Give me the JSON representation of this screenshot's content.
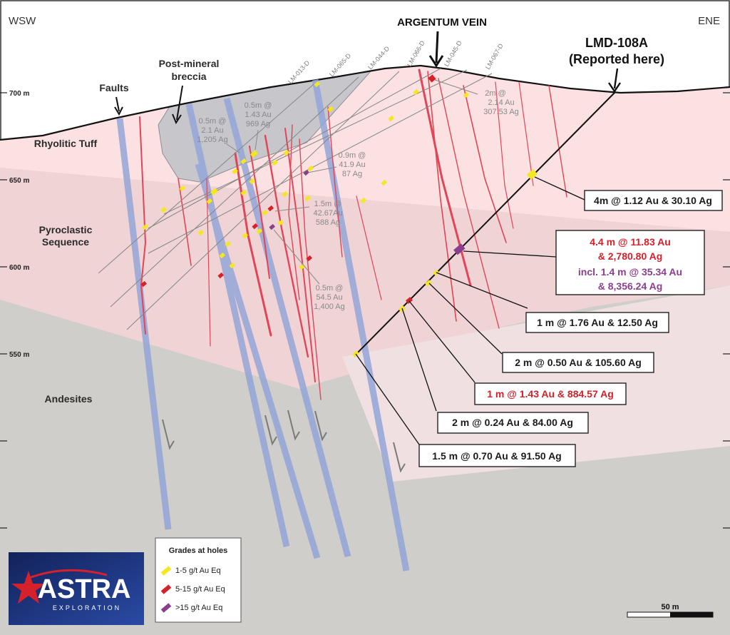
{
  "orientation": {
    "left": "WSW",
    "right": "ENE"
  },
  "titles": {
    "vein": "ARGENTUM VEIN",
    "hole_line1": "LMD-108A",
    "hole_line2": "(Reported here)",
    "faults": "Faults",
    "breccia_line1": "Post-mineral",
    "breccia_line2": "breccia"
  },
  "units": {
    "rhyolitic": "Rhyolitic Tuff",
    "pyroclastic_line1": "Pyroclastic",
    "pyroclastic_line2": "Sequence",
    "andesites": "Andesites"
  },
  "elevations": [
    "700 m",
    "650 m",
    "600 m",
    "550 m"
  ],
  "holes": [
    "LM-013-D",
    "LM-065-D",
    "LM-044-D",
    "LM-066-D",
    "LM-045-D",
    "LM-067-D"
  ],
  "historic_intercepts": [
    [
      "0.5m @",
      "1.43 Au",
      "969 Ag"
    ],
    [
      "0.5m @",
      "2.1 Au",
      "1,205 Ag"
    ],
    [
      "2m @",
      "2.14 Au",
      "307.53 Ag"
    ],
    [
      "0.9m @",
      "41.9 Au",
      "87 Ag"
    ],
    [
      "1.5m @",
      "42.67Au",
      "588 Ag"
    ],
    [
      "0.5m @",
      "54.5 Au",
      "1,400 Ag"
    ]
  ],
  "new_intercepts": {
    "i1": "4m @ 1.12 Au & 30.10 Ag",
    "i2_line1": "4.4 m @ 11.83 Au",
    "i2_line2": "& 2,780.80 Ag",
    "i2_line3": "incl. 1.4 m @ 35.34 Au",
    "i2_line4": "& 8,356.24 Ag",
    "i3": "1 m @ 1.76 Au & 12.50 Ag",
    "i4": "2 m @ 0.50 Au & 105.60 Ag",
    "i5": "1 m @ 1.43 Au & 884.57 Ag",
    "i6": "2 m @ 0.24 Au & 84.00 Ag",
    "i7": "1.5 m @ 0.70 Au & 91.50 Ag"
  },
  "legend": {
    "title": "Grades at holes",
    "items": [
      "1-5 g/t Au Eq",
      "5-15 g/t Au Eq",
      ">15 g/t Au Eq"
    ],
    "colors": [
      "#f5e71f",
      "#d6202a",
      "#8a3f8c"
    ]
  },
  "logo": {
    "name": "ASTRA",
    "sub": "EXPLORATION"
  },
  "scale": {
    "label": "50 m"
  },
  "colors": {
    "rhyolite": "#fbe0e0",
    "pyroclastic": "#f1d2d4",
    "andesite": "#cfcecb",
    "breccia": "#c8c8cc",
    "fault": "#8fa3d6",
    "vein": "#e03a4b"
  }
}
